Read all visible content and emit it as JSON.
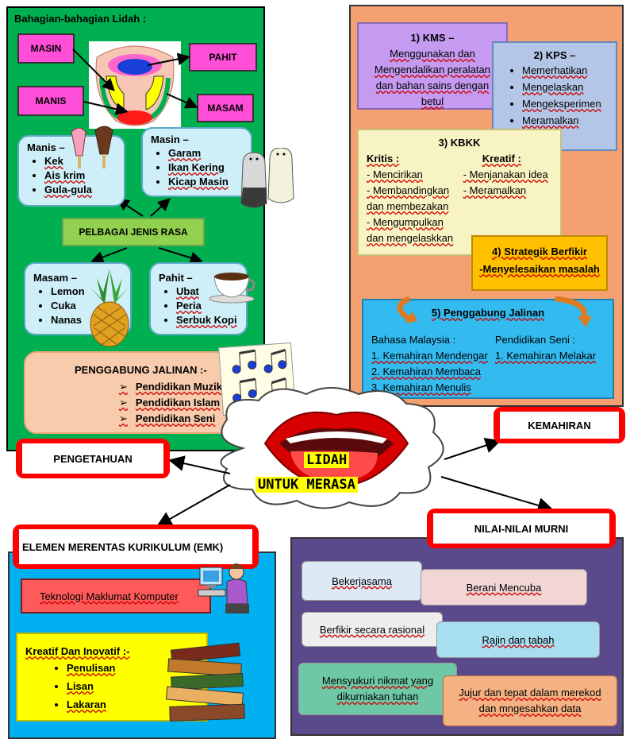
{
  "left_panel": {
    "title": "Bahagian-bahagian Lidah :",
    "tongue_labels": {
      "masin": "MASIN",
      "manis": "MANIS",
      "pahit": "PAHIT",
      "masam": "MASAM"
    },
    "manis": {
      "title": "Manis –",
      "items": [
        "Kek",
        "Ais krim",
        "Gula-gula"
      ]
    },
    "masin": {
      "title": "Masin –",
      "items": [
        "Garam",
        "Ikan Kering",
        "Kicap Masin"
      ]
    },
    "center": "PELBAGAI JENIS RASA",
    "masam": {
      "title": "Masam –",
      "items": [
        "Lemon",
        "Cuka",
        "Nanas"
      ]
    },
    "pahit": {
      "title": "Pahit –",
      "items": [
        "Ubat",
        "Peria",
        "Serbuk Kopi"
      ]
    },
    "penggabung": {
      "title": "PENGGABUNG JALINAN :-",
      "items": [
        "Pendidikan Muzik",
        "Pendidikan Islam",
        "Pendidikan Seni"
      ]
    }
  },
  "right_panel": {
    "kms": {
      "title": "1) KMS –",
      "text": "Menggunakan dan Mengendalikan peralatan dan bahan sains dengan betul"
    },
    "kps": {
      "title": "2) KPS –",
      "items": [
        "Memerhatikan",
        "Mengelaskan",
        "Mengeksperimen",
        "Meramalkan"
      ]
    },
    "kbkk": {
      "title": "3) KBKK",
      "kritis_title": "Kritis :",
      "kritis_items": [
        "- Mencirikan",
        "- Membandingkan dan membezakan",
        "- Mengumpulkan dan mengelaskkan"
      ],
      "kreatif_title": "Kreatif :",
      "kreatif_items": [
        "- Menjanakan idea",
        "- Meramalkan"
      ]
    },
    "strategik": {
      "title": "4) Strategik Berfikir",
      "text": "-Menyelesaikan masalah"
    },
    "jalinan": {
      "title": "5) Penggabung Jalinan",
      "bm_title": "Bahasa Malaysia :",
      "bm_items": [
        "1. Kemahiran Mendengar",
        "2. Kemahiran Membaca",
        "3. Kemahiran Menulis"
      ],
      "seni_title": "Pendidikan Seni :",
      "seni_items": [
        "1. Kemahiran Melakar"
      ]
    }
  },
  "center": {
    "line1": "LIDAH",
    "line2": "UNTUK MERASA"
  },
  "headers": {
    "pengetahuan": "PENGETAHUAN",
    "kemahiran": "KEMAHIRAN",
    "emk": "ELEMEN MERENTAS KURIKULUM (EMK)",
    "nilai": "NILAI-NILAI MURNI"
  },
  "emk": {
    "tmk": "Teknologi Maklumat Komputer",
    "kreatif_title": "Kreatif Dan Inovatif :-",
    "kreatif_items": [
      "Penulisan",
      "Lisan",
      "Lakaran"
    ]
  },
  "nilai": {
    "items": [
      "Bekerjasama",
      "Berani Mencuba",
      "Berfikir secara rasional",
      "Rajin dan tabah",
      "Mensyukuri nikmat yang dikurniakan tuhan",
      "Jujur dan tepat dalam merekod dan mngesahkan data"
    ]
  },
  "colors": {
    "green": "#00b050",
    "orange": "#f4a070",
    "purple": "#5b4a8b",
    "blue": "#00b0f0",
    "red": "#ff0000",
    "yellow": "#ffff00"
  }
}
